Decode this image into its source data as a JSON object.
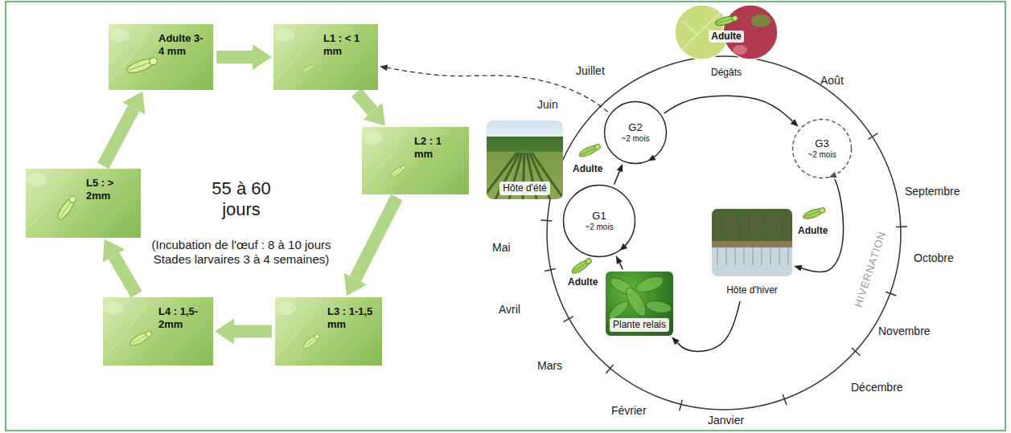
{
  "diagram": {
    "nodes": [
      {
        "text": [
          "Adulte 3-4 mm"
        ]
      },
      {
        "text": [
          "L1 : < 1 mm"
        ]
      },
      {
        "text": [
          "L2 : 1 mm"
        ]
      },
      {
        "text": [
          "L3 : 1-1,5 mm"
        ]
      },
      {
        "text": [
          "L4 : 1,5-2mm"
        ]
      },
      {
        "text": [
          "L5 : > 2mm"
        ]
      },
      {
        "text": [
          "Hôte d'été"
        ]
      },
      {
        "text": [
          "G1",
          "~2 mois"
        ]
      },
      {
        "text": [
          "G2",
          "~2 mois"
        ]
      },
      {
        "text": [
          "Dégâts",
          "Adulte"
        ]
      },
      {
        "text": [
          "G3",
          "~2 mois"
        ]
      },
      {
        "text": [
          "Hôte d'hiver"
        ]
      },
      {
        "text": [
          "Plante relais"
        ]
      }
    ],
    "edges": [
      {
        "from": 0,
        "to": 1,
        "arrow": "to"
      },
      {
        "from": 1,
        "to": 2,
        "arrow": "to"
      },
      {
        "from": 2,
        "to": 3,
        "arrow": "to"
      },
      {
        "from": 3,
        "to": 4,
        "arrow": "to"
      },
      {
        "from": 4,
        "to": 5,
        "arrow": "to"
      },
      {
        "from": 5,
        "to": 0,
        "arrow": "to"
      },
      {
        "from": 8,
        "to": 1,
        "arrow": "to"
      },
      {
        "from": 12,
        "to": 7,
        "arrow": "to"
      },
      {
        "from": 7,
        "to": 8,
        "arrow": "to"
      },
      {
        "from": 8,
        "to": 10,
        "arrow": "to"
      },
      {
        "from": 10,
        "to": 11,
        "arrow": "to"
      },
      {
        "from": 11,
        "to": 12,
        "arrow": "to"
      }
    ],
    "labels": [
      "55 à 60 jours",
      "(Incubation de l'œuf : 8 à 10 jours Stades larvaires 3 à 4 semaines)",
      "Juillet",
      "Août",
      "Septembre",
      "Octobre",
      "Novembre",
      "Décembre",
      "Janvier",
      "Février",
      "Mars",
      "Avril",
      "Mai",
      "Juin",
      "Adulte",
      "Adulte",
      "Adulte",
      "HIVERNATION"
    ]
  }
}
